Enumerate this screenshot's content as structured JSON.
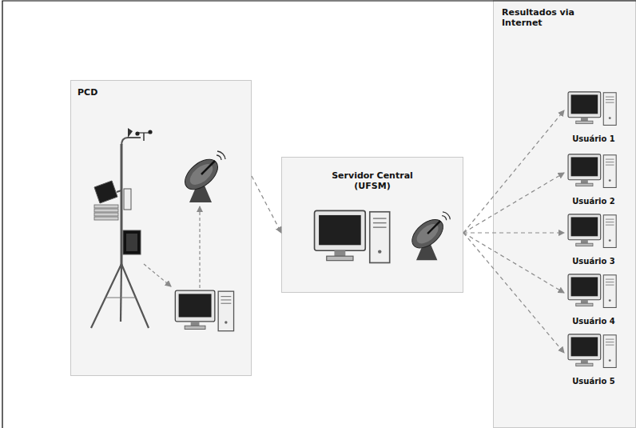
{
  "diagram": {
    "nodes": [
      {
        "text": [
          "PCD"
        ]
      },
      {
        "text": [
          "Servidor Central (UFSM)"
        ]
      },
      {
        "text": [
          "Resultados via Internet"
        ]
      },
      {
        "text": [
          "Usuário 1"
        ],
        "in": 2
      },
      {
        "text": [
          "Usuário 2"
        ],
        "in": 2
      },
      {
        "text": [
          "Usuário 3"
        ],
        "in": 2
      },
      {
        "text": [
          "Usuário 4"
        ],
        "in": 2
      },
      {
        "text": [
          "Usuário 5"
        ],
        "in": 2
      }
    ],
    "edges": [
      {
        "from": 0,
        "to": 1,
        "arrow": "to"
      },
      {
        "from": 1,
        "to": 3,
        "arrow": "to"
      },
      {
        "from": 1,
        "to": 4,
        "arrow": "to"
      },
      {
        "from": 1,
        "to": 5,
        "arrow": "to"
      },
      {
        "from": 1,
        "to": 6,
        "arrow": "to"
      },
      {
        "from": 1,
        "to": 7,
        "arrow": "to"
      }
    ]
  }
}
